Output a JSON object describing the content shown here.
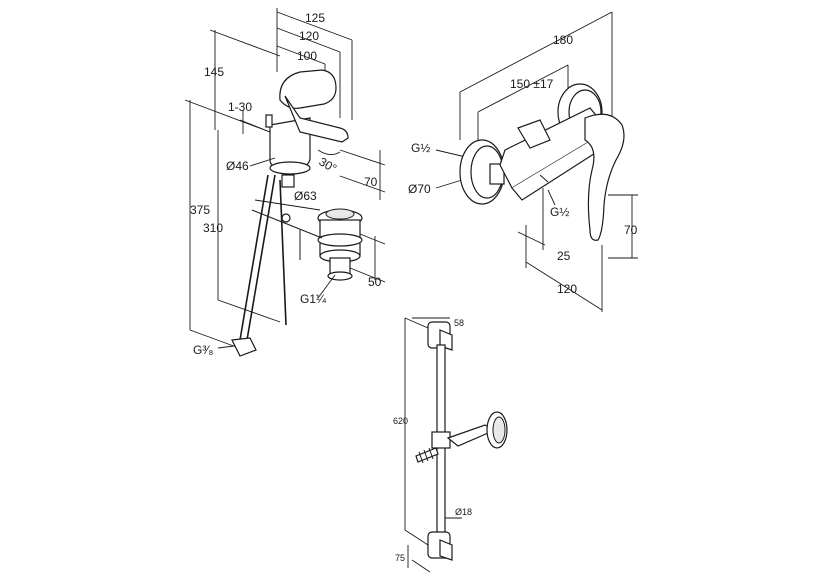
{
  "faucet": {
    "dims": {
      "d125": "125",
      "d120": "120",
      "d100": "100",
      "d145": "145",
      "d1_30": "1-30",
      "d30deg": "30°",
      "d70": "70",
      "d46": "Ø46",
      "d63": "Ø63",
      "d375": "375",
      "d310": "310",
      "d50": "50",
      "g114": "G1¼",
      "g38": "G³⁄₈"
    }
  },
  "mixer": {
    "dims": {
      "d180": "180",
      "d150": "150 ±17",
      "g12a": "G½",
      "d70dia": "Ø70",
      "g12b": "G½",
      "d70": "70",
      "d25": "25",
      "d120": "120"
    }
  },
  "rail": {
    "dims": {
      "d58": "58",
      "d620": "620",
      "d18": "Ø18",
      "d75": "75"
    }
  }
}
